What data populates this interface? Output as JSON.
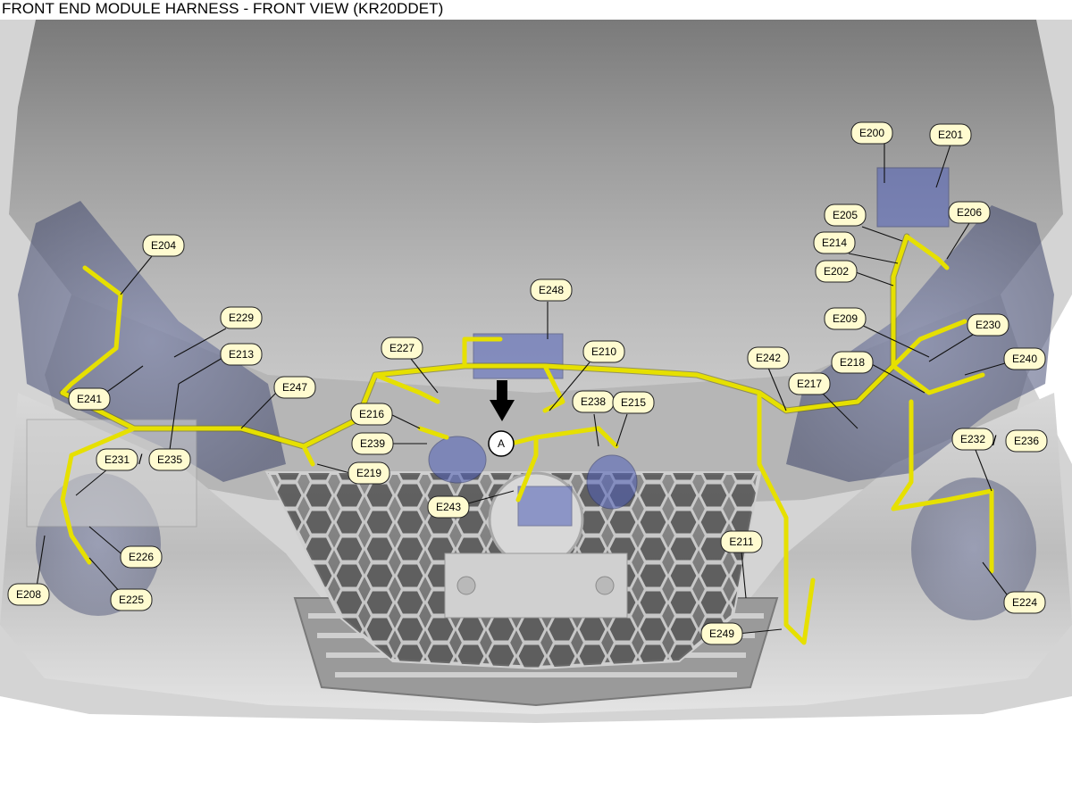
{
  "title": "FRONT END MODULE HARNESS - FRONT VIEW (KR20DDET)",
  "marker_A": "A",
  "separator": "/",
  "callouts": [
    {
      "id": "E200",
      "text": "E200"
    },
    {
      "id": "E201",
      "text": "E201"
    },
    {
      "id": "E205",
      "text": "E205"
    },
    {
      "id": "E206",
      "text": "E206"
    },
    {
      "id": "E214",
      "text": "E214"
    },
    {
      "id": "E202",
      "text": "E202"
    },
    {
      "id": "E209",
      "text": "E209"
    },
    {
      "id": "E230",
      "text": "E230"
    },
    {
      "id": "E218",
      "text": "E218"
    },
    {
      "id": "E240",
      "text": "E240"
    },
    {
      "id": "E242",
      "text": "E242"
    },
    {
      "id": "E217",
      "text": "E217"
    },
    {
      "id": "E232",
      "text": "E232"
    },
    {
      "id": "E236",
      "text": "E236"
    },
    {
      "id": "E224",
      "text": "E224"
    },
    {
      "id": "E211",
      "text": "E211"
    },
    {
      "id": "E249",
      "text": "E249"
    },
    {
      "id": "E248",
      "text": "E248"
    },
    {
      "id": "E210",
      "text": "E210"
    },
    {
      "id": "E238",
      "text": "E238"
    },
    {
      "id": "E215",
      "text": "E215"
    },
    {
      "id": "E227",
      "text": "E227"
    },
    {
      "id": "E216",
      "text": "E216"
    },
    {
      "id": "E239",
      "text": "E239"
    },
    {
      "id": "E219",
      "text": "E219"
    },
    {
      "id": "E243",
      "text": "E243"
    },
    {
      "id": "E204",
      "text": "E204"
    },
    {
      "id": "E229",
      "text": "E229"
    },
    {
      "id": "E213",
      "text": "E213"
    },
    {
      "id": "E247",
      "text": "E247"
    },
    {
      "id": "E241",
      "text": "E241"
    },
    {
      "id": "E231",
      "text": "E231"
    },
    {
      "id": "E235",
      "text": "E235"
    },
    {
      "id": "E226",
      "text": "E226"
    },
    {
      "id": "E225",
      "text": "E225"
    },
    {
      "id": "E208",
      "text": "E208"
    }
  ]
}
